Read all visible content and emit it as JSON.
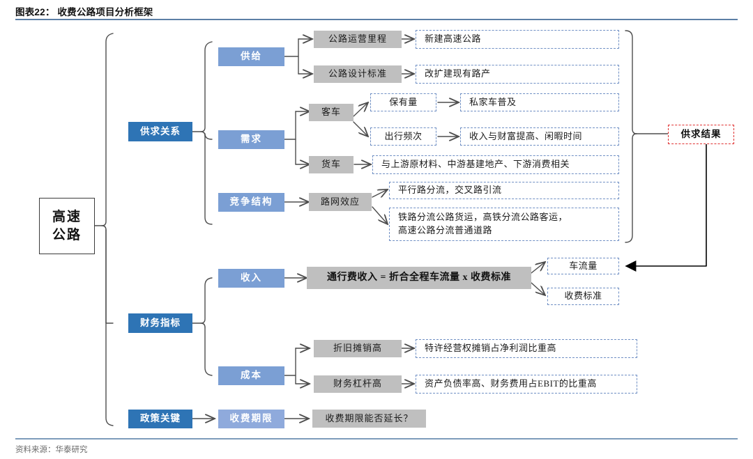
{
  "header": {
    "title": "图表22： 收费公路项目分析框架",
    "accent_color": "#5b7fa6"
  },
  "footer": {
    "source": "资料来源：华泰研究"
  },
  "palette": {
    "blue_dark": "#2e74b5",
    "blue_mid": "#7b9fd4",
    "blue_light": "#8faadc",
    "gray_box": "#bfbfbf",
    "dash_blue": "#6f8fc4",
    "dash_red": "#e03030",
    "wire": "#4d4d4d"
  },
  "diagram": {
    "root": {
      "label": "高速\n公路"
    },
    "branches": [
      {
        "label": "供求关系"
      },
      {
        "label": "财务指标"
      },
      {
        "label": "政策关键"
      }
    ],
    "level2": [
      {
        "label": "供给"
      },
      {
        "label": "需求"
      },
      {
        "label": "竞争结构"
      },
      {
        "label": "收入"
      },
      {
        "label": "成本"
      },
      {
        "label": "收费期限"
      }
    ],
    "level3": [
      {
        "label": "公路运营里程"
      },
      {
        "label": "公路设计标准"
      },
      {
        "label": "客车"
      },
      {
        "label": "货车"
      },
      {
        "label": "路网效应"
      },
      {
        "label": "通行费收入 = 折合全程车流量 x 收费标准"
      },
      {
        "label": "折旧摊销高"
      },
      {
        "label": "财务杠杆高"
      },
      {
        "label": "收费期限能否延长？"
      }
    ],
    "level4": [
      {
        "label": "新建高速公路"
      },
      {
        "label": "改扩建现有路产"
      },
      {
        "label": "保有量"
      },
      {
        "label": "出行频次"
      },
      {
        "label": "私家车普及"
      },
      {
        "label": "收入与财富提高、闲暇时间"
      },
      {
        "label": "与上游原材料、中游基建地产、下游消费相关"
      },
      {
        "label": "平行路分流，交叉路引流"
      },
      {
        "label": "铁路分流公路货运，高铁分流公路客运，\n高速公路分流普通道路"
      },
      {
        "label": "车流量"
      },
      {
        "label": "收费标准"
      },
      {
        "label": "特许经营权摊销占净利润比重高"
      },
      {
        "label": "资产负债率高、财务费用占EBIT的比重高"
      }
    ],
    "result": {
      "label": "供求结果"
    }
  }
}
